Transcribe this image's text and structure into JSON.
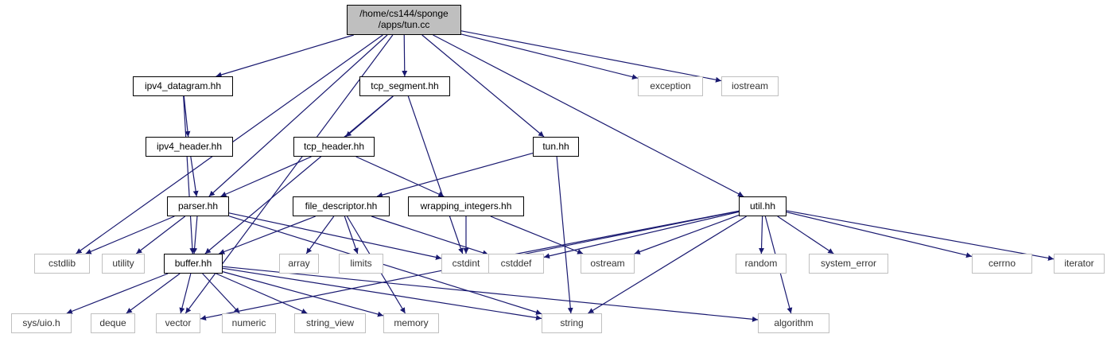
{
  "diagram": {
    "edge_color": "#191970",
    "nodes": [
      {
        "id": "root",
        "lines": [
          "/home/cs144/sponge",
          "/apps/tun.cc"
        ],
        "kind": "main"
      },
      {
        "id": "ipv4_datagram",
        "lines": [
          "ipv4_datagram.hh"
        ],
        "kind": "local"
      },
      {
        "id": "tcp_segment",
        "lines": [
          "tcp_segment.hh"
        ],
        "kind": "local"
      },
      {
        "id": "exception",
        "lines": [
          "exception"
        ],
        "kind": "system"
      },
      {
        "id": "iostream",
        "lines": [
          "iostream"
        ],
        "kind": "system"
      },
      {
        "id": "ipv4_header",
        "lines": [
          "ipv4_header.hh"
        ],
        "kind": "local"
      },
      {
        "id": "tcp_header",
        "lines": [
          "tcp_header.hh"
        ],
        "kind": "local"
      },
      {
        "id": "tun",
        "lines": [
          "tun.hh"
        ],
        "kind": "local"
      },
      {
        "id": "parser",
        "lines": [
          "parser.hh"
        ],
        "kind": "local"
      },
      {
        "id": "file_descriptor",
        "lines": [
          "file_descriptor.hh"
        ],
        "kind": "local"
      },
      {
        "id": "wrapping_integers",
        "lines": [
          "wrapping_integers.hh"
        ],
        "kind": "local"
      },
      {
        "id": "util",
        "lines": [
          "util.hh"
        ],
        "kind": "local"
      },
      {
        "id": "cstdlib",
        "lines": [
          "cstdlib"
        ],
        "kind": "system"
      },
      {
        "id": "utility",
        "lines": [
          "utility"
        ],
        "kind": "system"
      },
      {
        "id": "buffer",
        "lines": [
          "buffer.hh"
        ],
        "kind": "local"
      },
      {
        "id": "array",
        "lines": [
          "array"
        ],
        "kind": "system"
      },
      {
        "id": "limits",
        "lines": [
          "limits"
        ],
        "kind": "system"
      },
      {
        "id": "cstdint",
        "lines": [
          "cstdint"
        ],
        "kind": "system"
      },
      {
        "id": "cstddef",
        "lines": [
          "cstddef"
        ],
        "kind": "system"
      },
      {
        "id": "ostream",
        "lines": [
          "ostream"
        ],
        "kind": "system"
      },
      {
        "id": "random",
        "lines": [
          "random"
        ],
        "kind": "system"
      },
      {
        "id": "system_error",
        "lines": [
          "system_error"
        ],
        "kind": "system"
      },
      {
        "id": "cerrno",
        "lines": [
          "cerrno"
        ],
        "kind": "system"
      },
      {
        "id": "iterator",
        "lines": [
          "iterator"
        ],
        "kind": "system"
      },
      {
        "id": "sys_uio",
        "lines": [
          "sys/uio.h"
        ],
        "kind": "system"
      },
      {
        "id": "deque",
        "lines": [
          "deque"
        ],
        "kind": "system"
      },
      {
        "id": "vector",
        "lines": [
          "vector"
        ],
        "kind": "system"
      },
      {
        "id": "numeric",
        "lines": [
          "numeric"
        ],
        "kind": "system"
      },
      {
        "id": "string_view",
        "lines": [
          "string_view"
        ],
        "kind": "system"
      },
      {
        "id": "memory",
        "lines": [
          "memory"
        ],
        "kind": "system"
      },
      {
        "id": "string",
        "lines": [
          "string"
        ],
        "kind": "system"
      },
      {
        "id": "algorithm",
        "lines": [
          "algorithm"
        ],
        "kind": "system"
      }
    ],
    "edges": [
      [
        "root",
        "ipv4_datagram"
      ],
      [
        "root",
        "tcp_segment"
      ],
      [
        "root",
        "exception"
      ],
      [
        "root",
        "iostream"
      ],
      [
        "root",
        "tun"
      ],
      [
        "root",
        "util"
      ],
      [
        "root",
        "parser"
      ],
      [
        "root",
        "cstdlib"
      ],
      [
        "root",
        "vector"
      ],
      [
        "ipv4_datagram",
        "ipv4_header"
      ],
      [
        "ipv4_datagram",
        "buffer"
      ],
      [
        "ipv4_header",
        "parser"
      ],
      [
        "tcp_segment",
        "tcp_header"
      ],
      [
        "tcp_segment",
        "buffer"
      ],
      [
        "tcp_segment",
        "cstdint"
      ],
      [
        "tcp_header",
        "parser"
      ],
      [
        "tcp_header",
        "wrapping_integers"
      ],
      [
        "tun",
        "file_descriptor"
      ],
      [
        "tun",
        "string"
      ],
      [
        "parser",
        "cstdlib"
      ],
      [
        "parser",
        "utility"
      ],
      [
        "parser",
        "buffer"
      ],
      [
        "parser",
        "cstdint"
      ],
      [
        "parser",
        "string"
      ],
      [
        "file_descriptor",
        "buffer"
      ],
      [
        "file_descriptor",
        "array"
      ],
      [
        "file_descriptor",
        "limits"
      ],
      [
        "file_descriptor",
        "cstddef"
      ],
      [
        "file_descriptor",
        "memory"
      ],
      [
        "wrapping_integers",
        "cstdint"
      ],
      [
        "wrapping_integers",
        "ostream"
      ],
      [
        "util",
        "cstdint"
      ],
      [
        "util",
        "cstddef"
      ],
      [
        "util",
        "ostream"
      ],
      [
        "util",
        "random"
      ],
      [
        "util",
        "system_error"
      ],
      [
        "util",
        "cerrno"
      ],
      [
        "util",
        "iterator"
      ],
      [
        "util",
        "vector"
      ],
      [
        "util",
        "string"
      ],
      [
        "util",
        "algorithm"
      ],
      [
        "buffer",
        "sys_uio"
      ],
      [
        "buffer",
        "deque"
      ],
      [
        "buffer",
        "vector"
      ],
      [
        "buffer",
        "numeric"
      ],
      [
        "buffer",
        "string_view"
      ],
      [
        "buffer",
        "memory"
      ],
      [
        "buffer",
        "string"
      ],
      [
        "buffer",
        "algorithm"
      ]
    ]
  }
}
